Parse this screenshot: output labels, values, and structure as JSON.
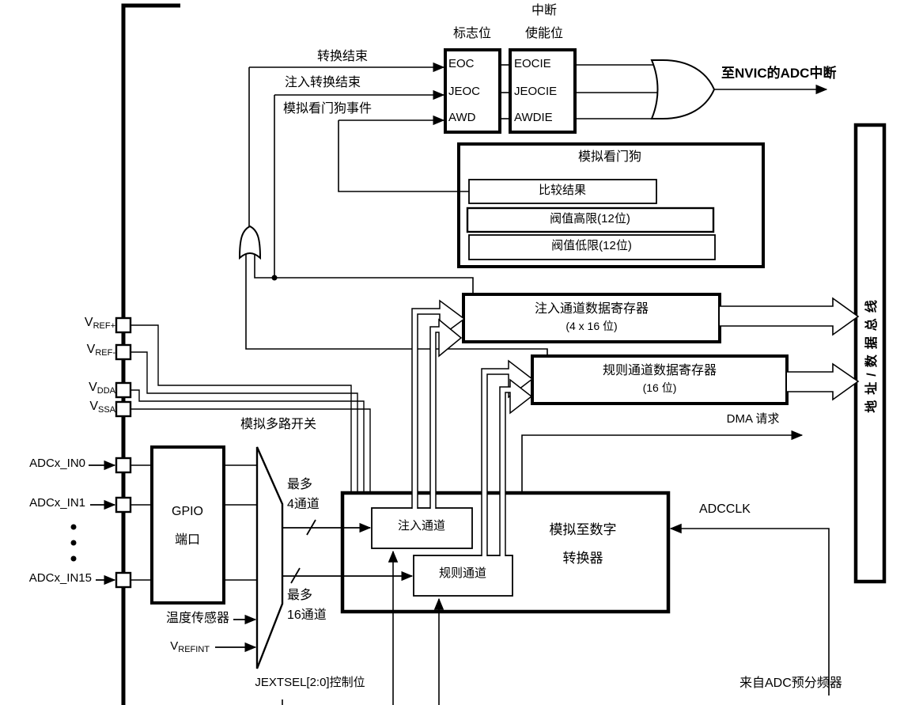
{
  "colors": {
    "line": "#000000",
    "background": "#ffffff"
  },
  "signals": {
    "conversion_end": "转换结束",
    "injected_conversion_end": "注入转换结束",
    "awd_event": "模拟看门狗事件",
    "nvic_interrupt": "至NVIC的ADC中断",
    "dma_request": "DMA 请求",
    "adcclk": "ADCCLK",
    "from_prescaler": "来自ADC预分频器",
    "jextsel": "JEXTSEL[2:0]控制位"
  },
  "flag_box": {
    "title": "标志位",
    "flags": [
      "EOC",
      "JEOC",
      "AWD"
    ]
  },
  "enable_box": {
    "title_line1": "中断",
    "title_line2": "使能位",
    "bits": [
      "EOCIE",
      "JEOCIE",
      "AWDIE"
    ]
  },
  "watchdog": {
    "title": "模拟看门狗",
    "compare_result": "比较结果",
    "threshold_high": "阀值高限(12位)",
    "threshold_low": "阀值低限(12位)"
  },
  "registers": {
    "injected": {
      "line1": "注入通道数据寄存器",
      "line2": "(4 x 16 位)"
    },
    "regular": {
      "line1": "规则通道数据寄存器",
      "line2": "(16 位)"
    }
  },
  "bus": {
    "label": "地址/数据总线"
  },
  "pins": {
    "vref_plus": {
      "main": "V",
      "sub": "REF+"
    },
    "vref_minus": {
      "main": "V",
      "sub": "REF-"
    },
    "vdda": {
      "main": "V",
      "sub": "DDA"
    },
    "vssa": {
      "main": "V",
      "sub": "SSA"
    },
    "in0": "ADCx_IN0",
    "in1": "ADCx_IN1",
    "in15": "ADCx_IN15"
  },
  "gpio": {
    "line1": "GPIO",
    "line2": "端口"
  },
  "mux": {
    "label": "模拟多路开关",
    "max4_line1": "最多",
    "max4_line2": "4通道",
    "max16_line1": "最多",
    "max16_line2": "16通道"
  },
  "internal_sources": {
    "temp_sensor": "温度传感器",
    "vrefint": {
      "main": "V",
      "sub": "REFINT"
    }
  },
  "adc_block": {
    "line1": "模拟至数字",
    "line2": "转换器",
    "injected_channels": "注入通道",
    "regular_channels": "规则通道"
  }
}
